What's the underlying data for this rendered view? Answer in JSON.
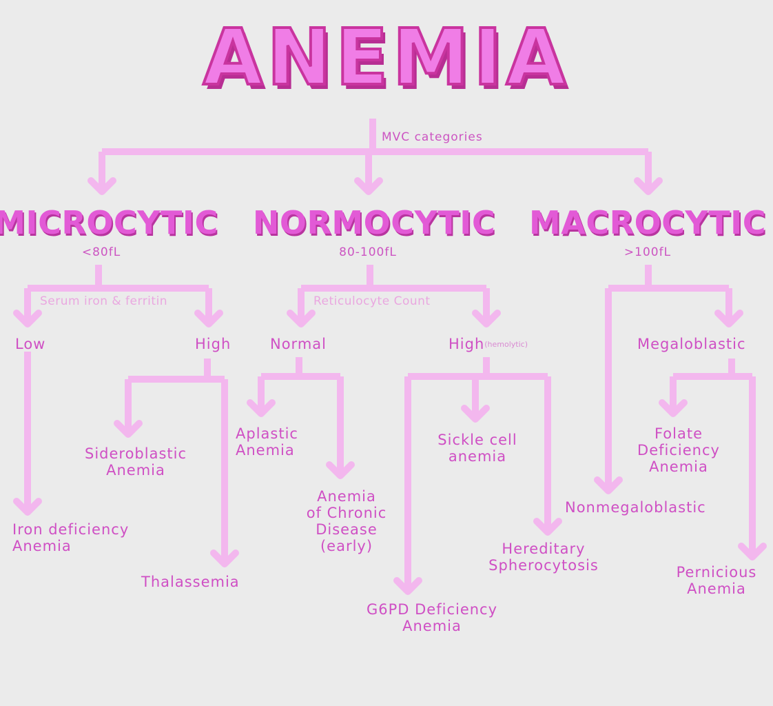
{
  "title": "ANEMIA",
  "root_edge_label": "MVC categories",
  "colors": {
    "arrow": "#f3b7ee",
    "text": "#cf4fc4",
    "title": "#f07de6",
    "background": "#ebebeb"
  },
  "categories": {
    "microcytic": {
      "name": "MICROCYTIC",
      "range": "<80fL",
      "test": "Serum iron & ferritin",
      "low": {
        "label": "Low",
        "result": "Iron deficiency\nAnemia"
      },
      "high": {
        "label": "High",
        "results": [
          "Sideroblastic\nAnemia",
          "Thalassemia"
        ]
      }
    },
    "normocytic": {
      "name": "NORMOCYTIC",
      "range": "80-100fL",
      "test": "Reticulocyte Count",
      "normal": {
        "label": "Normal",
        "results": [
          "Aplastic\nAnemia",
          "Anemia\nof Chronic\nDisease\n(early)"
        ]
      },
      "high": {
        "label": "High",
        "note": "(hemolytic)",
        "results": [
          "Sickle cell\nanemia",
          "Hereditary\nSpherocytosis",
          "G6PD Deficiency\nAnemia"
        ]
      }
    },
    "macrocytic": {
      "name": "MACROCYTIC",
      "range": ">100fL",
      "megaloblastic": {
        "label": "Megaloblastic",
        "results": [
          "Folate\nDeficiency\nAnemia",
          "Pernicious\nAnemia"
        ]
      },
      "nonmegaloblastic": {
        "label": "Nonmegaloblastic"
      }
    }
  }
}
